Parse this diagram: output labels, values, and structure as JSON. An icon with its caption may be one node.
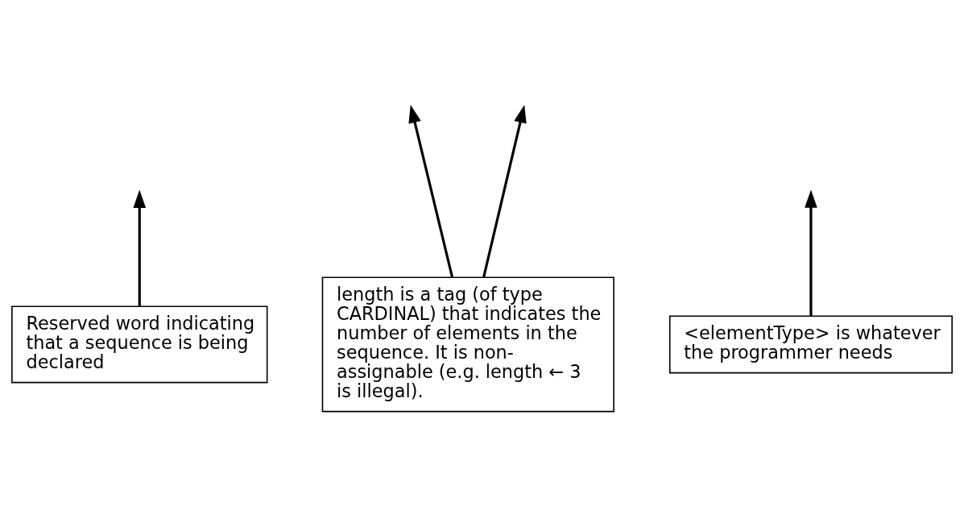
{
  "diagram": {
    "nodes": [
      {
        "text": [
          "Reserved word indicating that a sequence is being declared"
        ]
      },
      {
        "text": [
          "length is a tag (of type CARDINAL) that indicates the number of elements in the sequence. It is non-assignable (e.g. length ← 3 is illegal)."
        ]
      },
      {
        "text": [
          "<elementType> is whatever the programmer needs"
        ]
      }
    ],
    "edges": [
      {
        "from": 0,
        "to": null,
        "arrow": "to"
      },
      {
        "from": 1,
        "to": null,
        "arrow": "to"
      },
      {
        "from": 1,
        "to": null,
        "arrow": "to"
      },
      {
        "from": 2,
        "to": null,
        "arrow": "to"
      }
    ]
  }
}
